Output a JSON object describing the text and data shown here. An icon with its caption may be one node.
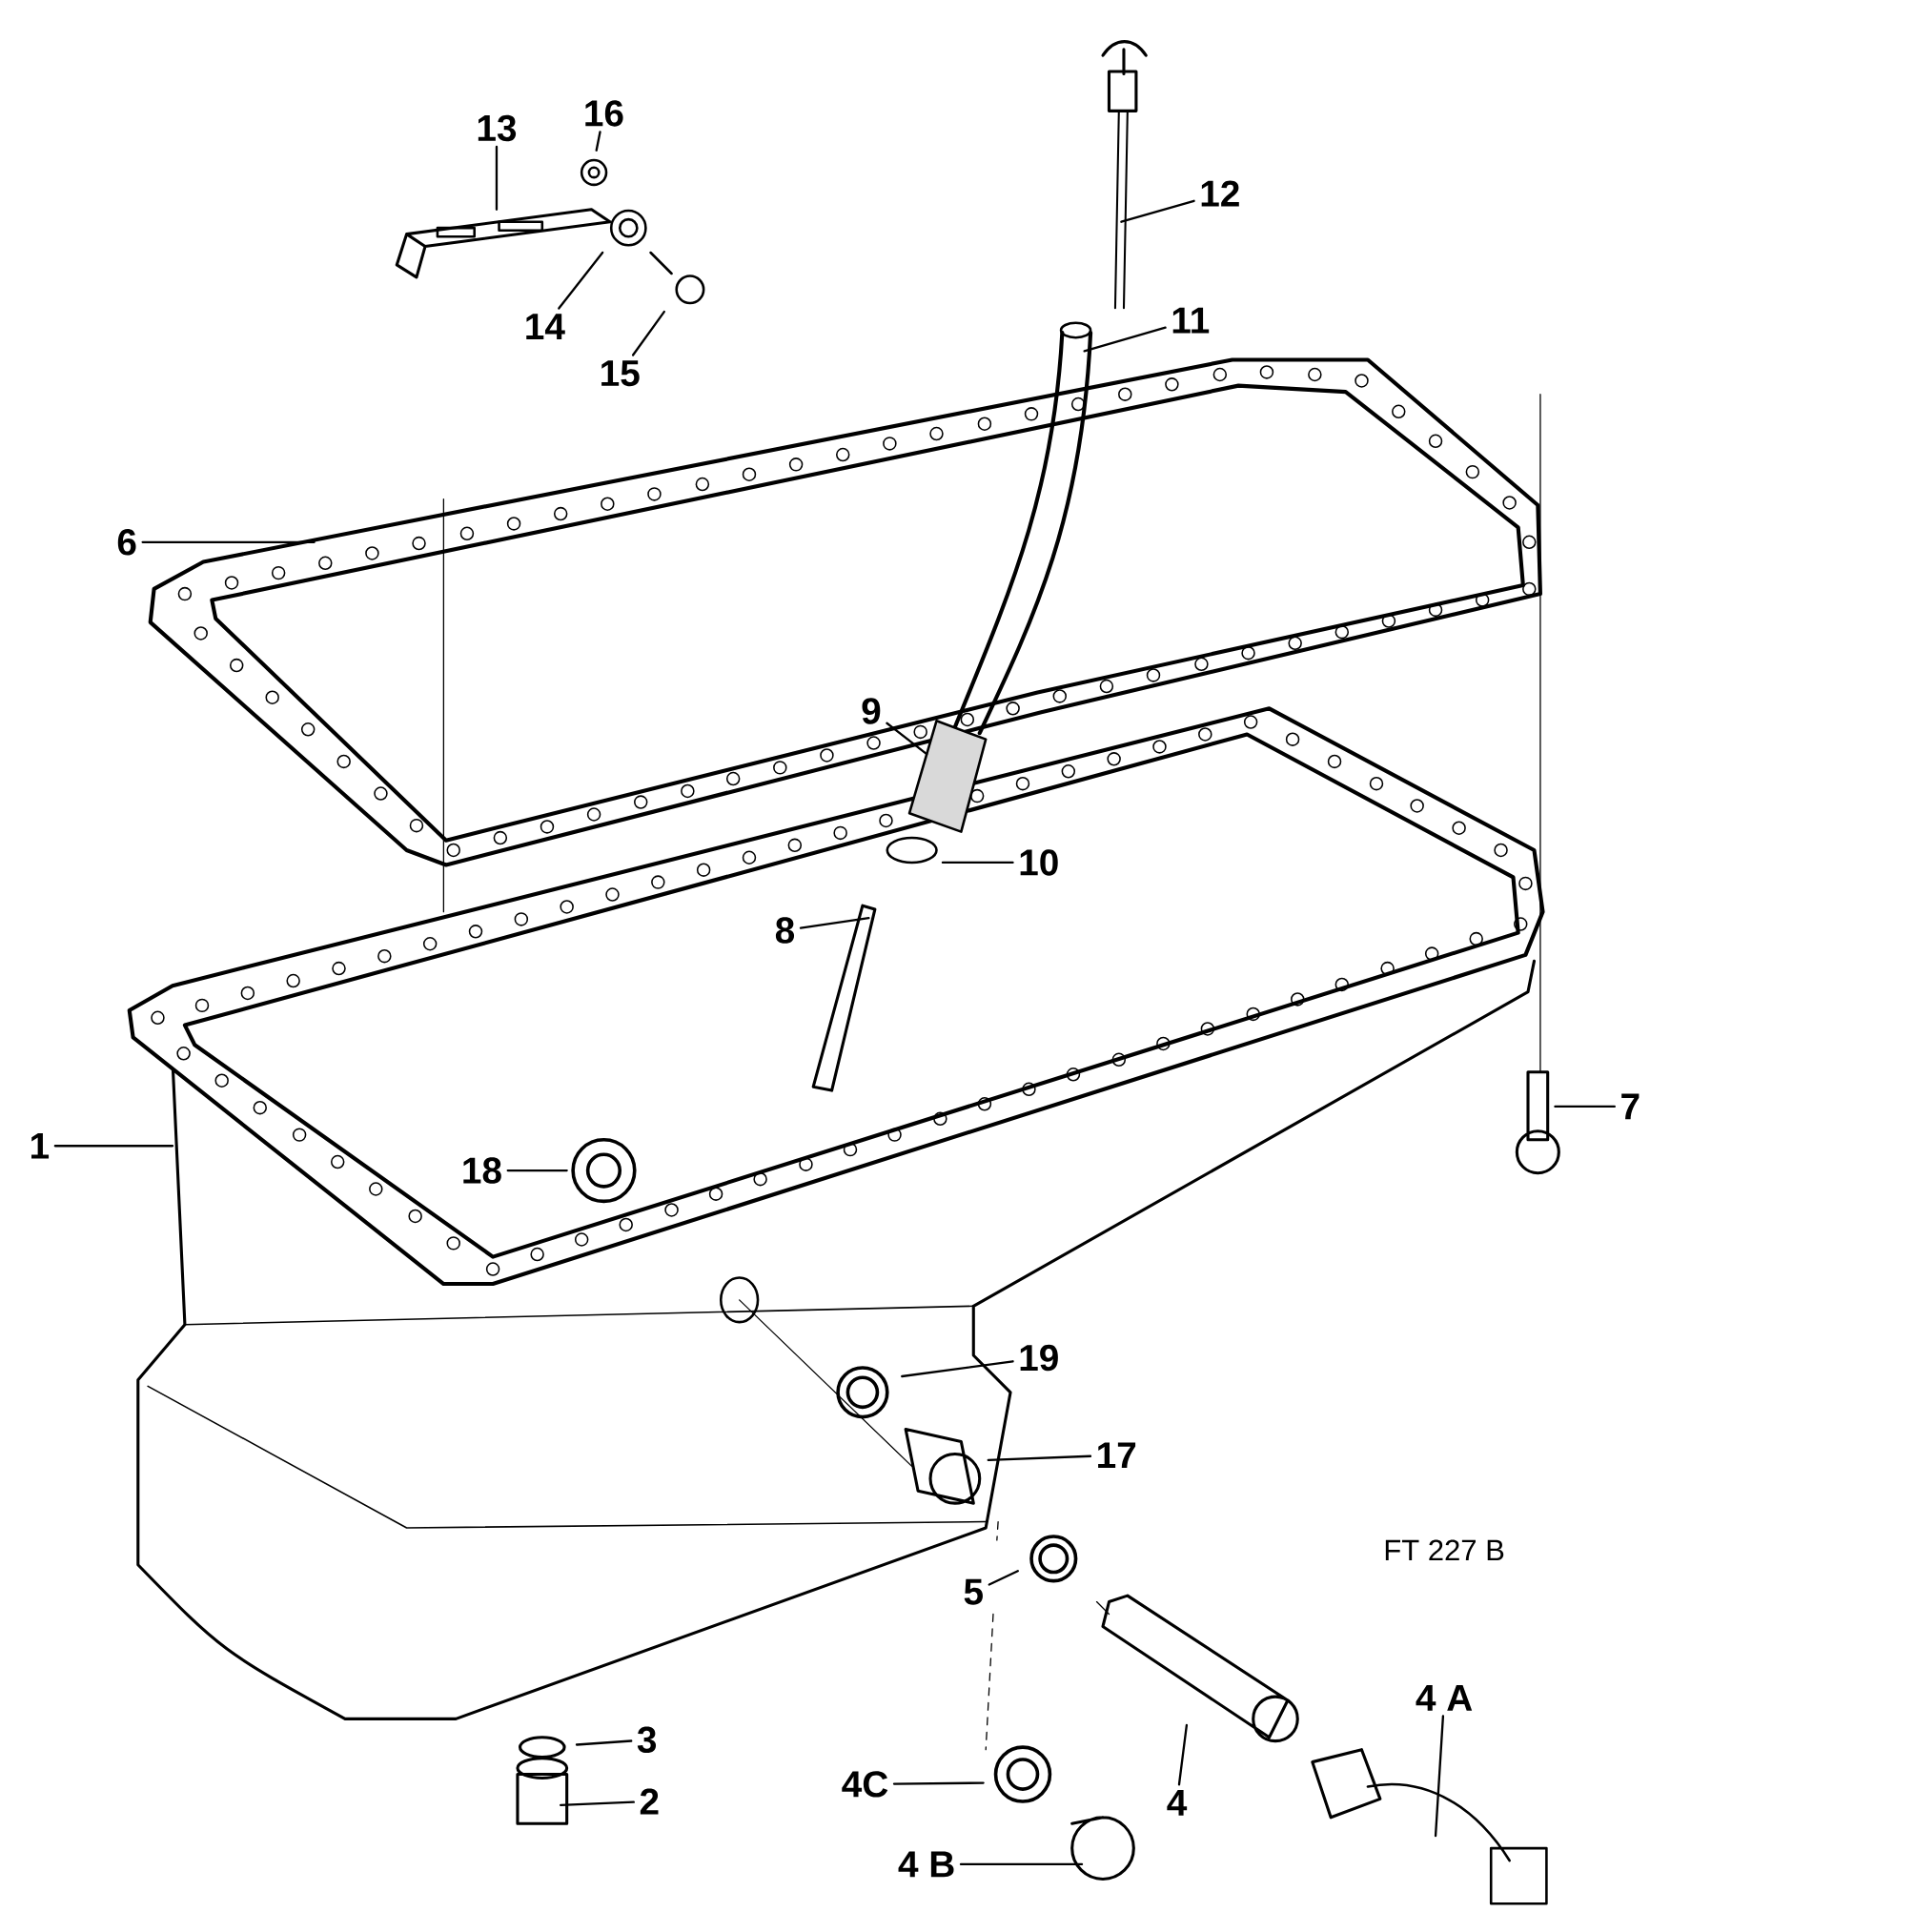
{
  "diagram": {
    "nodes": [
      {
        "text": [
          "13"
        ]
      },
      {
        "text": [
          "16"
        ]
      },
      {
        "text": [
          "12"
        ]
      },
      {
        "text": [
          "11"
        ]
      },
      {
        "text": [
          "14"
        ]
      },
      {
        "text": [
          "15"
        ]
      },
      {
        "text": [
          "6"
        ]
      },
      {
        "text": [
          "9"
        ]
      },
      {
        "text": [
          "10"
        ]
      },
      {
        "text": [
          "8"
        ]
      },
      {
        "text": [
          "7"
        ]
      },
      {
        "text": [
          "18"
        ]
      },
      {
        "text": [
          "1"
        ]
      },
      {
        "text": [
          "19"
        ]
      },
      {
        "text": [
          "17"
        ]
      },
      {
        "text": [
          "5"
        ]
      },
      {
        "text": [
          "4 A"
        ]
      },
      {
        "text": [
          "3"
        ]
      },
      {
        "text": [
          "4C"
        ]
      },
      {
        "text": [
          "4"
        ]
      },
      {
        "text": [
          "2"
        ]
      },
      {
        "text": [
          "4 B"
        ]
      }
    ],
    "edges": [
      {
        "from": 0,
        "to": null,
        "arrow": "none"
      },
      {
        "from": 1,
        "to": null,
        "arrow": "none"
      },
      {
        "from": 2,
        "to": null,
        "arrow": "none"
      },
      {
        "from": 3,
        "to": null,
        "arrow": "none"
      },
      {
        "from": 4,
        "to": null,
        "arrow": "none"
      },
      {
        "from": 5,
        "to": null,
        "arrow": "none"
      },
      {
        "from": 6,
        "to": null,
        "arrow": "none"
      },
      {
        "from": 7,
        "to": null,
        "arrow": "none"
      },
      {
        "from": 8,
        "to": null,
        "arrow": "none"
      },
      {
        "from": 9,
        "to": null,
        "arrow": "none"
      },
      {
        "from": 10,
        "to": null,
        "arrow": "none"
      },
      {
        "from": 11,
        "to": null,
        "arrow": "none"
      },
      {
        "from": 12,
        "to": null,
        "arrow": "none"
      },
      {
        "from": 13,
        "to": null,
        "arrow": "none"
      },
      {
        "from": 14,
        "to": null,
        "arrow": "none"
      },
      {
        "from": 15,
        "to": null,
        "arrow": "none"
      },
      {
        "from": 16,
        "to": null,
        "arrow": "none"
      },
      {
        "from": 17,
        "to": null,
        "arrow": "none"
      },
      {
        "from": 18,
        "to": null,
        "arrow": "none"
      },
      {
        "from": 19,
        "to": null,
        "arrow": "none"
      },
      {
        "from": 20,
        "to": null,
        "arrow": "none"
      },
      {
        "from": 21,
        "to": null,
        "arrow": "none"
      }
    ],
    "labels": [
      "FT 227 B"
    ]
  }
}
